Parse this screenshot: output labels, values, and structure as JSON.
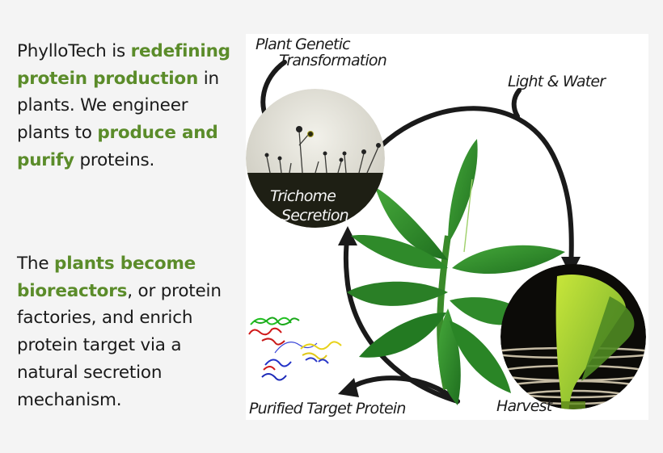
{
  "intro": {
    "t1": "PhylloTech is ",
    "h1": "redefining protein production",
    "t2": " in plants.  We engineer plants to ",
    "h2": "produce and purify",
    "t3": " proteins."
  },
  "bio": {
    "t1": "The ",
    "h1": "plants become bioreactors",
    "t2": ", or protein factories, and enrich protein target via a natural secretion mechanism."
  },
  "diagram": {
    "labels": {
      "genetic_line1": "Plant Genetic",
      "genetic_line2": "Transformation",
      "light_water": "Light & Water",
      "trichome_line1": "Trichome",
      "trichome_line2": "Secretion",
      "harvest": "Harvest",
      "purified": "Purified Target Protein"
    },
    "stages": [
      {
        "name": "Plant Genetic Transformation",
        "icon": "arrow-in"
      },
      {
        "name": "Trichome Secretion",
        "icon": "trichome-photo"
      },
      {
        "name": "Light & Water",
        "icon": "arrow-in"
      },
      {
        "name": "Harvest",
        "icon": "leaf-water-photo"
      },
      {
        "name": "Purified Target Protein",
        "icon": "protein-structure"
      }
    ]
  },
  "colors": {
    "background": "#f4f4f4",
    "panel": "#ffffff",
    "text": "#1a1a1a",
    "highlight_green": "#5b8c2a",
    "arrow": "#1a1a1a",
    "leaf_green": "#2e8a2a"
  }
}
